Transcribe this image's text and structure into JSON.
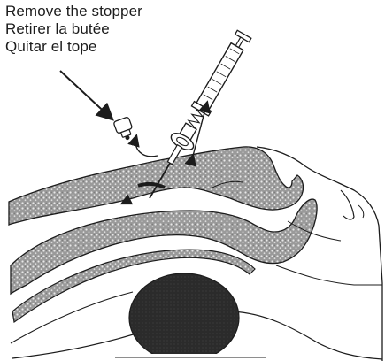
{
  "instructions": {
    "lines": [
      "Remove the stopper",
      "Retirer la butée",
      "Quitar el tope"
    ]
  },
  "icons": {
    "pointer_arrow": "arrow-icon",
    "stopper": "stopper-icon",
    "syringe": "syringe-icon",
    "motion": "double-arrow-icon",
    "rotation": "curved-arrow-icon"
  },
  "colors": {
    "ink": "#1c1c1c",
    "tissue_fill": "#8a8a8a",
    "tumor_fill": "#2b2b2b",
    "background": "#ffffff"
  }
}
